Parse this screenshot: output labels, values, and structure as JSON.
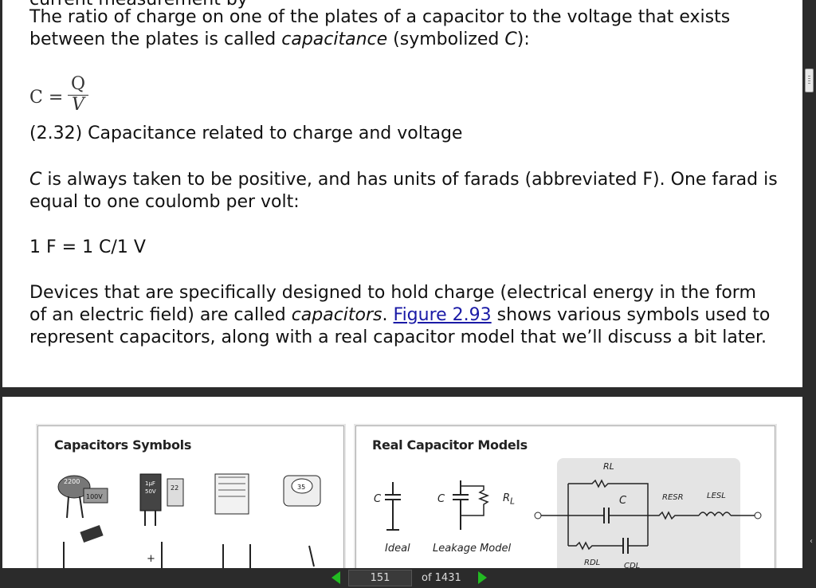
{
  "document": {
    "clipped_top_line": "current measurement by",
    "para1_line1": "The ratio of charge on one of the plates of a capacitor to the voltage that exists",
    "para1_line2_pre": "between the plates is called ",
    "para1_term": "capacitance",
    "para1_line2_mid": " (symbolized ",
    "para1_symbol": "C",
    "para1_line2_post": "):",
    "formula": {
      "lhs": "C =",
      "numerator": "Q",
      "denominator": "V"
    },
    "equation_caption": "(2.32) Capacitance related to charge and voltage",
    "para2_symbol": "C",
    "para2_line1_rest": " is always taken to be positive, and has units of farads (abbreviated F). One farad is",
    "para2_line2": "equal to one coulomb per volt:",
    "unit_equation": "1 F = 1 C/1 V",
    "para3_line1": "Devices that are specifically designed to hold charge (electrical energy in the form",
    "para3_line2_pre": "of an electric field) are called ",
    "para3_term": "capacitors",
    "para3_line2_mid": ". ",
    "para3_link": "Figure 2.93",
    "para3_line2_post": " shows various symbols used to",
    "para3_line3": "represent capacitors, along with a real capacitor model that we’ll discuss a bit later."
  },
  "figure": {
    "panel1_title": "Capacitors Symbols",
    "panel2_title": "Real Capacitor Models",
    "labels": {
      "c1": "C",
      "c2": "C",
      "rl_small": "R",
      "rl_sub": "L",
      "rl_top": "RL",
      "c_mid": "C",
      "resr": "RESR",
      "lesl": "LESL",
      "rdl": "RDL",
      "cdl": "CDL",
      "ideal": "Ideal",
      "leakage": "Leakage Model"
    },
    "part_markings": [
      "2200",
      "1µF",
      "50V",
      "100V",
      "22",
      "35"
    ]
  },
  "toolbar": {
    "current_page": "151",
    "total_pages": "of 1431"
  },
  "colors": {
    "background": "#2b2b2b",
    "page": "#ffffff",
    "link": "#1a1aa6",
    "nav_arrow": "#22bb22"
  },
  "icons": {
    "prev": "triangle-left-icon",
    "next": "triangle-right-icon",
    "scroll_down": "chevron-down-icon"
  }
}
